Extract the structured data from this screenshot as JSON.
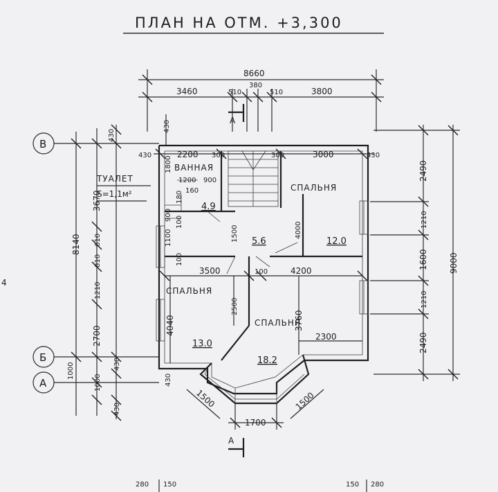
{
  "title": "ПЛАН НА ОТМ. +3,300",
  "page_marker": "4",
  "section_mark": "А",
  "axes": {
    "top": "В",
    "mid": "Б",
    "bottom": "А"
  },
  "dims_top": {
    "overall": "8660",
    "left": "3460",
    "w510a": "510",
    "w380": "380",
    "w510b": "510",
    "right": "3800"
  },
  "dims_left": {
    "overall": "8140",
    "d430top": "430",
    "d3670": "3670",
    "d610": "610",
    "d810": "810",
    "d1210": "1210",
    "d2700": "2700",
    "d1000a": "1000",
    "d430b": "430",
    "d1000b": "1000",
    "d430c": "430",
    "d430vertical": "430"
  },
  "dims_right": {
    "overall": "9000",
    "d2490a": "2490",
    "d1210a": "1210",
    "d1600": "1600",
    "d1210b": "1210",
    "d2490b": "2490"
  },
  "dims_inner": {
    "w430l": "430",
    "w2200": "2200",
    "w300a": "300",
    "w300b": "300",
    "w3000": "3000",
    "w430r": "430",
    "h1800": "1800",
    "w1200": "1200",
    "w900": "900",
    "w160": "160",
    "h180": "180",
    "h900": "900",
    "h100a": "100",
    "h1100": "1100",
    "h100b": "100",
    "h1500": "1500",
    "h4000": "4000",
    "w3500": "3500",
    "w100": "100",
    "w4200": "4200",
    "h2500": "2500",
    "h3760": "3760",
    "h4040": "4040",
    "w2300": "2300",
    "d1500a": "1500",
    "d1500b": "1500",
    "w1700": "1700",
    "h430in": "430"
  },
  "rooms": {
    "bath_name": "ВАННАЯ",
    "toilet_name": "ТУАЛЕТ",
    "toilet_area": "S=1,1м²",
    "bath_area": "4.9",
    "hall_area": "5.6",
    "bed_ne_name": "СПАЛЬНЯ",
    "bed_ne_area": "12.0",
    "bed_w_name": "СПАЛЬНЯ",
    "bed_w_area": "13.0",
    "bed_s_name": "СПАЛЬНЯ",
    "bed_s_area": "18.2"
  },
  "footer": {
    "left_a": "280",
    "left_b": "150",
    "right_a": "150",
    "right_b": "280"
  }
}
